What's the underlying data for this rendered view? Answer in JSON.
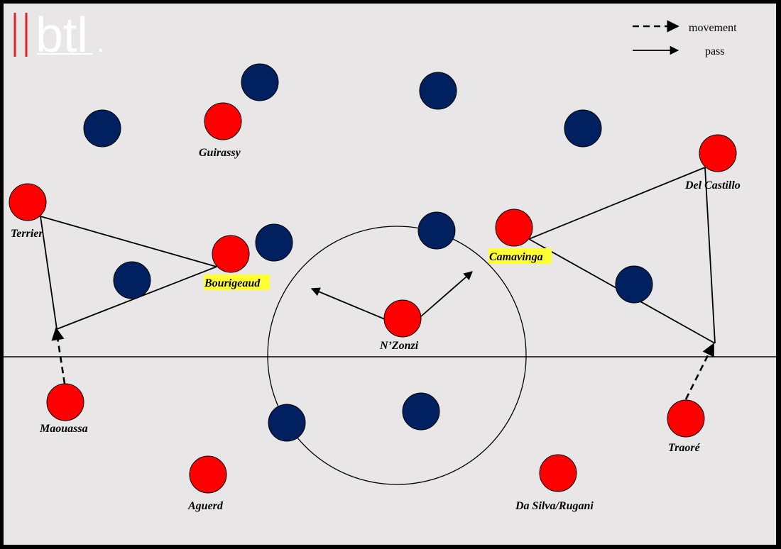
{
  "logo": {
    "text": "btl",
    "dot": "."
  },
  "legend": {
    "movement": "movement",
    "pass": "pass"
  },
  "colors": {
    "pitch": "#e8e6e7",
    "frame": "#000000",
    "team_red": "#ff0000",
    "team_blue": "#002060",
    "highlight": "#ffff33",
    "logo_bars": "#e0212a"
  },
  "players": {
    "guirassy": {
      "name": "Guirassy",
      "team": "red",
      "highlight": false
    },
    "terrier": {
      "name": "Terrier",
      "team": "red",
      "highlight": false
    },
    "bourigeaud": {
      "name": "Bourigeaud",
      "team": "red",
      "highlight": true
    },
    "camavinga": {
      "name": "Camavinga",
      "team": "red",
      "highlight": true
    },
    "del_castillo": {
      "name": "Del Castillo",
      "team": "red",
      "highlight": false
    },
    "nzonzi": {
      "name": "N’Zonzi",
      "team": "red",
      "highlight": false
    },
    "maouassa": {
      "name": "Maouassa",
      "team": "red",
      "highlight": false
    },
    "traore": {
      "name": "Traoré",
      "team": "red",
      "highlight": false
    },
    "aguerd": {
      "name": "Aguerd",
      "team": "red",
      "highlight": false
    },
    "da_silva_rugani": {
      "name": "Da Silva/Rugani",
      "team": "red",
      "highlight": false
    }
  },
  "opponents_count": 10
}
